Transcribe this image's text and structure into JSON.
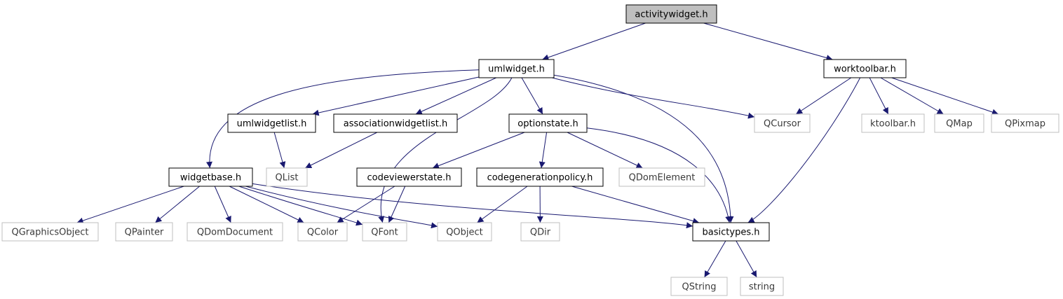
{
  "nodes": [
    {
      "id": "activitywidget",
      "label": "activitywidget.h",
      "style": "root"
    },
    {
      "id": "umlwidget",
      "label": "umlwidget.h",
      "style": "local"
    },
    {
      "id": "worktoolbar",
      "label": "worktoolbar.h",
      "style": "local"
    },
    {
      "id": "umlwidgetlist",
      "label": "umlwidgetlist.h",
      "style": "local"
    },
    {
      "id": "associationwidgetlist",
      "label": "associationwidgetlist.h",
      "style": "local"
    },
    {
      "id": "optionstate",
      "label": "optionstate.h",
      "style": "local"
    },
    {
      "id": "qcursor",
      "label": "QCursor",
      "style": "external"
    },
    {
      "id": "ktoolbar",
      "label": "ktoolbar.h",
      "style": "external"
    },
    {
      "id": "qmap",
      "label": "QMap",
      "style": "external"
    },
    {
      "id": "qpixmap",
      "label": "QPixmap",
      "style": "external"
    },
    {
      "id": "widgetbase",
      "label": "widgetbase.h",
      "style": "local"
    },
    {
      "id": "qlist",
      "label": "QList",
      "style": "external"
    },
    {
      "id": "codeviewerstate",
      "label": "codeviewerstate.h",
      "style": "local"
    },
    {
      "id": "codegenerationpolicy",
      "label": "codegenerationpolicy.h",
      "style": "local"
    },
    {
      "id": "qdomelement",
      "label": "QDomElement",
      "style": "external"
    },
    {
      "id": "qgraphicsobject",
      "label": "QGraphicsObject",
      "style": "external"
    },
    {
      "id": "qpainter",
      "label": "QPainter",
      "style": "external"
    },
    {
      "id": "qdomdocument",
      "label": "QDomDocument",
      "style": "external"
    },
    {
      "id": "qcolor",
      "label": "QColor",
      "style": "external"
    },
    {
      "id": "qfont",
      "label": "QFont",
      "style": "external"
    },
    {
      "id": "qobject",
      "label": "QObject",
      "style": "external"
    },
    {
      "id": "qdir",
      "label": "QDir",
      "style": "external"
    },
    {
      "id": "basictypes",
      "label": "basictypes.h",
      "style": "local"
    },
    {
      "id": "qstring",
      "label": "QString",
      "style": "external"
    },
    {
      "id": "string",
      "label": "string",
      "style": "external"
    }
  ],
  "edges": [
    [
      "activitywidget",
      "umlwidget"
    ],
    [
      "activitywidget",
      "worktoolbar"
    ],
    [
      "umlwidget",
      "widgetbase"
    ],
    [
      "umlwidget",
      "umlwidgetlist"
    ],
    [
      "umlwidget",
      "associationwidgetlist"
    ],
    [
      "umlwidget",
      "qfont"
    ],
    [
      "umlwidget",
      "optionstate"
    ],
    [
      "umlwidget",
      "qcursor"
    ],
    [
      "umlwidget",
      "basictypes"
    ],
    [
      "worktoolbar",
      "qcursor"
    ],
    [
      "worktoolbar",
      "basictypes"
    ],
    [
      "worktoolbar",
      "ktoolbar"
    ],
    [
      "worktoolbar",
      "qmap"
    ],
    [
      "worktoolbar",
      "qpixmap"
    ],
    [
      "umlwidgetlist",
      "qlist"
    ],
    [
      "associationwidgetlist",
      "qlist"
    ],
    [
      "optionstate",
      "codeviewerstate"
    ],
    [
      "optionstate",
      "codegenerationpolicy"
    ],
    [
      "optionstate",
      "qdomelement"
    ],
    [
      "optionstate",
      "basictypes"
    ],
    [
      "widgetbase",
      "qgraphicsobject"
    ],
    [
      "widgetbase",
      "qpainter"
    ],
    [
      "widgetbase",
      "qdomdocument"
    ],
    [
      "widgetbase",
      "qcolor"
    ],
    [
      "widgetbase",
      "qfont"
    ],
    [
      "widgetbase",
      "qobject"
    ],
    [
      "widgetbase",
      "basictypes"
    ],
    [
      "codeviewerstate",
      "qcolor"
    ],
    [
      "codeviewerstate",
      "qfont"
    ],
    [
      "codegenerationpolicy",
      "qobject"
    ],
    [
      "codegenerationpolicy",
      "qdir"
    ],
    [
      "codegenerationpolicy",
      "basictypes"
    ],
    [
      "basictypes",
      "qstring"
    ],
    [
      "basictypes",
      "string"
    ]
  ],
  "colors": {
    "root_fill": "#bfbfbf",
    "local_stroke": "#000000",
    "external_stroke": "#bfbfbf",
    "external_text": "#3a3a3a",
    "edge": "#191970"
  }
}
